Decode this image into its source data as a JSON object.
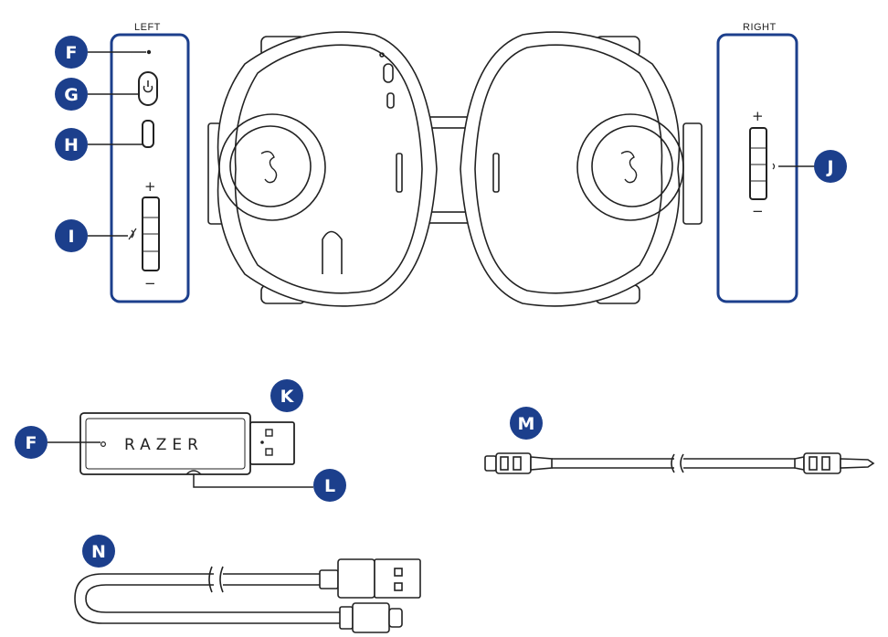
{
  "colors": {
    "callout": "#1c3f8c",
    "line": "#222222",
    "panel": "#1c3f8c"
  },
  "panels": {
    "left_label": "LEFT",
    "right_label": "RIGHT",
    "plus": "+",
    "minus": "−"
  },
  "device": {
    "dongle_brand": "RAZER"
  },
  "callouts": {
    "F_top": "F",
    "G": "G",
    "H": "H",
    "I": "I",
    "J": "J",
    "K": "K",
    "F_dongle": "F",
    "L": "L",
    "M": "M",
    "N": "N"
  },
  "icons": [
    "power-icon",
    "usb-c-port-icon",
    "mic-mute-icon",
    "razer-snake-logo-icon"
  ]
}
